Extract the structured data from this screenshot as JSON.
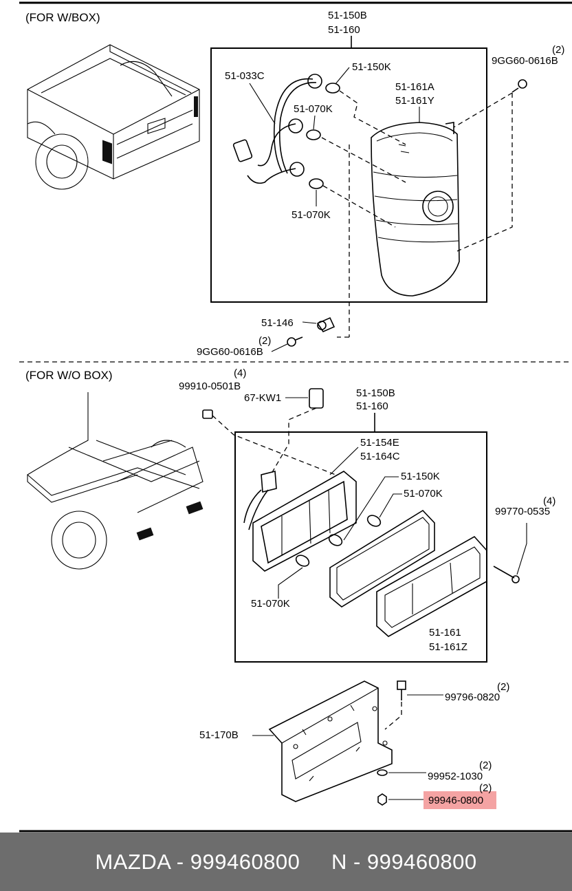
{
  "sections": {
    "with_box": "(FOR W/BOX)",
    "without_box": "(FOR W/O BOX)"
  },
  "parts_with_box": {
    "p_51_150B": "51-150B",
    "p_51_160": "51-160",
    "p_51_033C": "51-033C",
    "p_51_150K": "51-150K",
    "p_51_070K_a": "51-070K",
    "p_51_070K_b": "51-070K",
    "p_51_161A": "51-161A",
    "p_51_161Y": "51-161Y",
    "p_9GG60_top": "9GG60-0616B",
    "p_9GG60_top_qty": "(2)",
    "p_51_146": "51-146",
    "p_9GG60_bot": "9GG60-0616B",
    "p_9GG60_bot_qty": "(2)"
  },
  "parts_without_box": {
    "p_99910": "99910-0501B",
    "p_99910_qty": "(4)",
    "p_67_KW1": "67-KW1",
    "p_51_150B": "51-150B",
    "p_51_160": "51-160",
    "p_51_154E": "51-154E",
    "p_51_164C": "51-164C",
    "p_51_150K": "51-150K",
    "p_51_070K_a": "51-070K",
    "p_99770": "99770-0535",
    "p_99770_qty": "(4)",
    "p_51_070K_b": "51-070K",
    "p_51_161": "51-161",
    "p_51_161Z": "51-161Z",
    "p_99796": "99796-0820",
    "p_99796_qty": "(2)",
    "p_51_170B": "51-170B",
    "p_99952": "99952-1030",
    "p_99952_qty": "(2)",
    "p_99946": "99946-0800",
    "p_99946_qty": "(2)"
  },
  "colors": {
    "highlight": "#f4a3a3",
    "footer_bg": "#6d6d6d",
    "footer_text": "#ffffff"
  },
  "footer": {
    "text": "MAZDA - 999460800     N - 999460800"
  }
}
